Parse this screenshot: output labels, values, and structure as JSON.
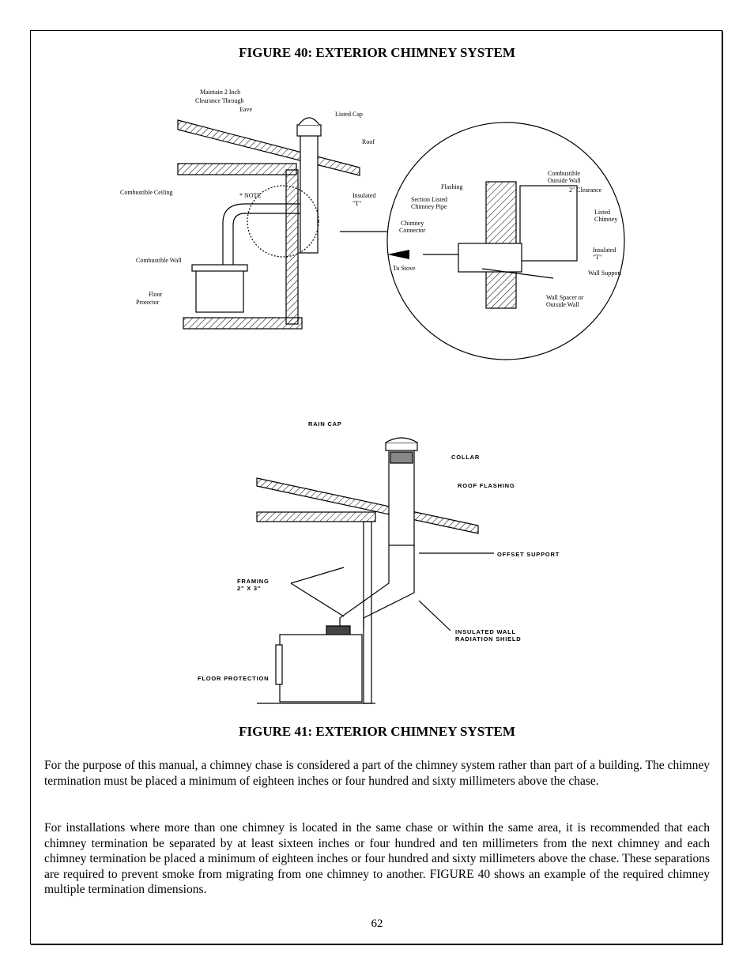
{
  "figure40": {
    "caption": "FIGURE 40:  EXTERIOR CHIMNEY SYSTEM",
    "labels": {
      "maintain_l1": "Maintain 2 Inch",
      "maintain_l2": "Clearance Through",
      "maintain_l3": "Eave",
      "listed_cap": "Listed Cap",
      "roof": "Roof",
      "combustible_ceiling": "Combustible Ceiling",
      "note": "* NOTE",
      "insulated_t_l1": "Insulated",
      "insulated_t_l2": "\"T\"",
      "combustible_wall": "Combustible Wall",
      "floor_protector_l1": "Floor",
      "floor_protector_l2": "Protector",
      "flashing": "Flashing",
      "combustible_outside_wall_l1": "Combustible",
      "combustible_outside_wall_l2": "Outside Wall",
      "clearance_2in": "2\" Clearance",
      "section_listed_l1": "Section Listed",
      "section_listed_l2": "Chimney Pipe",
      "listed_chimney_l1": "Listed",
      "listed_chimney_l2": "Chimney",
      "chimney_connector_l1": "Chimney",
      "chimney_connector_l2": "Connector",
      "insulated_t2_l1": "Insulated",
      "insulated_t2_l2": "\"T\"",
      "to_stove": "To Stove",
      "wall_support": "Wall Support",
      "wall_spacer_l1": "Wall Spacer or",
      "wall_spacer_l2": "Outside Wall"
    }
  },
  "figure41": {
    "caption": "FIGURE 41:  EXTERIOR CHIMNEY SYSTEM",
    "labels": {
      "rain_cap": "RAIN CAP",
      "collar": "COLLAR",
      "roof_flashing": "ROOF FLASHING",
      "offset_support": "OFFSET SUPPORT",
      "framing_l1": "FRAMING",
      "framing_l2": "2\" X 3\"",
      "insulated_wall_l1": "INSULATED WALL",
      "insulated_wall_l2": "RADIATION SHIELD",
      "floor_protection": "FLOOR PROTECTION"
    }
  },
  "paragraphs": [
    "For the purpose of this manual, a chimney chase is considered a part of the chimney system rather than part of a building. The chimney termination must be placed a minimum of eighteen inches or four hundred and sixty millimeters above the chase.",
    "For installations where more than one chimney is located in the same chase or within the same area, it is recommended that each chimney termination be separated by at least sixteen inches or four hundred and ten millimeters from the next chimney and each chimney termination be placed a minimum of eighteen inches or four hundred and sixty millimeters above the chase.  These separations are required to prevent smoke from migrating from one chimney to another.  FIGURE 40 shows an example of the required chimney multiple termination dimensions."
  ],
  "page_number": "62"
}
